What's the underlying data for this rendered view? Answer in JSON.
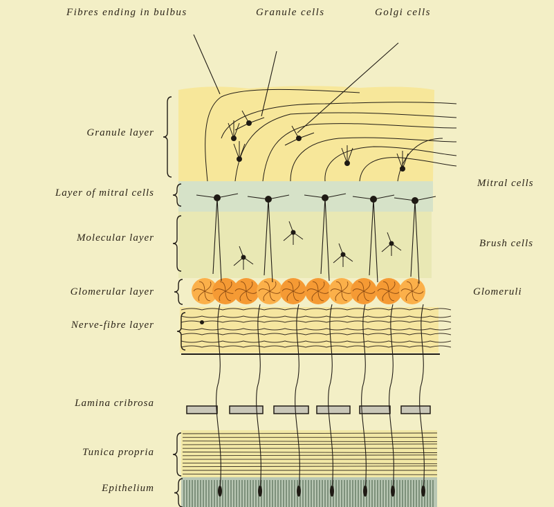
{
  "top_labels": {
    "fibres": "Fibres ending in bulbus",
    "granule_cells": "Granule cells",
    "golgi_cells": "Golgi cells"
  },
  "left_labels": {
    "granule_layer": "Granule layer",
    "mitral_layer": "Layer of mitral cells",
    "molecular_layer": "Molecular layer",
    "glomerular_layer": "Glomerular layer",
    "nerve_fibre_layer": "Nerve-fibre layer",
    "lamina_cribrosa": "Lamina cribrosa",
    "tunica_propria": "Tunica propria",
    "epithelium": "Epithelium"
  },
  "right_labels": {
    "mitral_cells": "Mitral cells",
    "brush_cells": "Brush cells",
    "glomeruli": "Glomeruli"
  },
  "colors": {
    "background": "#f3efc6",
    "granule_band": "#f7e79a",
    "mitral_band": "#d6e2c8",
    "molecular_band": "#e9e8b4",
    "glomeruli": "#f7a23c",
    "nerve_band": "#f6e6a0",
    "epithelium": "#b9c7b4",
    "ink": "#1f1a14"
  }
}
